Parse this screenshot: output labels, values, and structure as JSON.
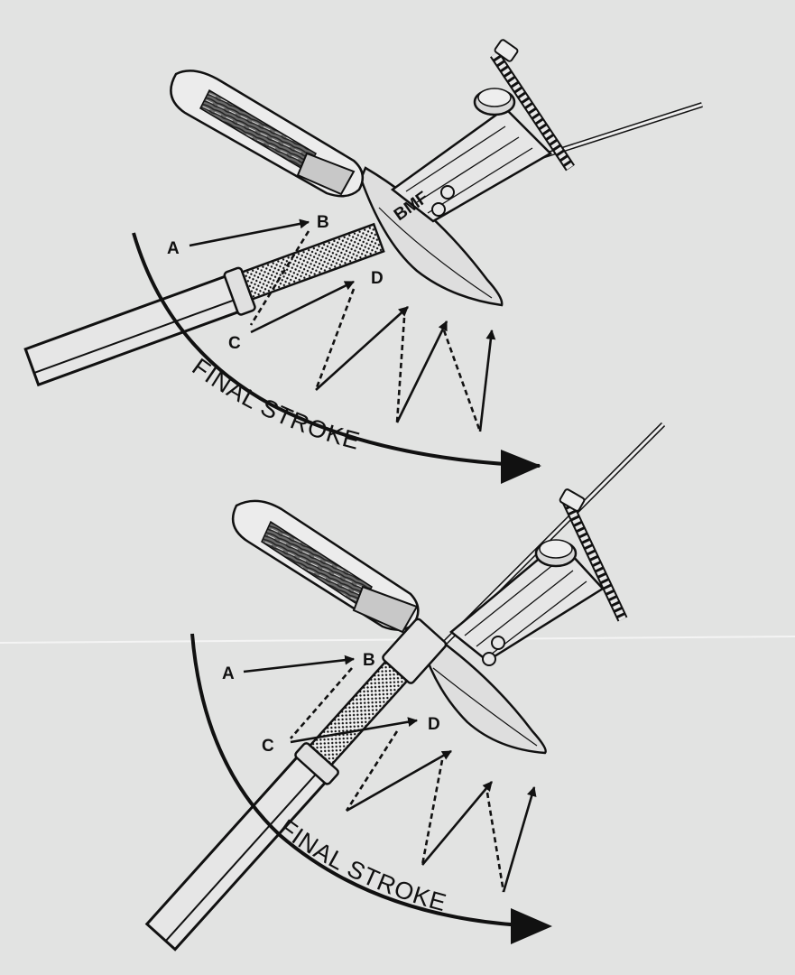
{
  "panels": [
    {
      "labels": {
        "a": "A",
        "b": "B",
        "c": "C",
        "d": "D"
      },
      "caption": "FINAL STROKE",
      "logo": "BMF"
    },
    {
      "labels": {
        "a": "A",
        "b": "B",
        "c": "C",
        "d": "D"
      },
      "caption": "FINAL STROKE"
    }
  ],
  "colors": {
    "paper": "#e2e3e2",
    "ink": "#111111",
    "metal": "#dcdcdc"
  }
}
